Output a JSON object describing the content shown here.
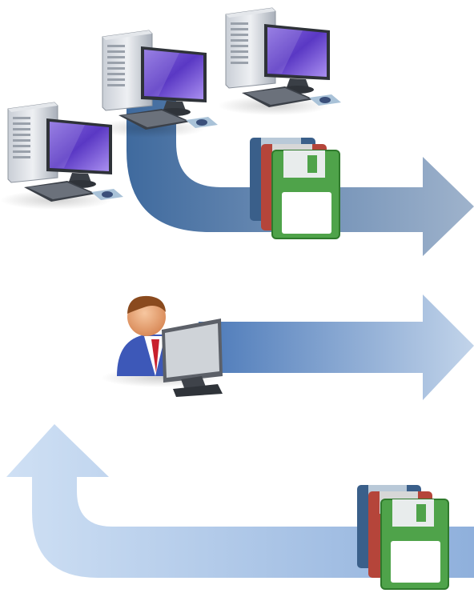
{
  "diagram": {
    "flows": [
      {
        "name": "backup-flow",
        "from": "workstations",
        "to": "storage",
        "direction": "right"
      },
      {
        "name": "user-flow",
        "from": "user",
        "to": "storage",
        "direction": "right"
      },
      {
        "name": "restore-flow",
        "from": "floppy-disks",
        "to": "workstations",
        "direction": "up-left"
      }
    ],
    "colors": {
      "arrow_top_dark": "#3f6a9e",
      "arrow_top_light": "#9fb3cc",
      "arrow_mid_dark": "#4a78b8",
      "arrow_mid_light": "#c2d4ea",
      "arrow_bottom": "#bcd3ee",
      "screen": "#6b4bd0",
      "disk_green": "#4fa34a",
      "disk_red": "#b5453a",
      "disk_blue": "#3a5f8a"
    }
  }
}
